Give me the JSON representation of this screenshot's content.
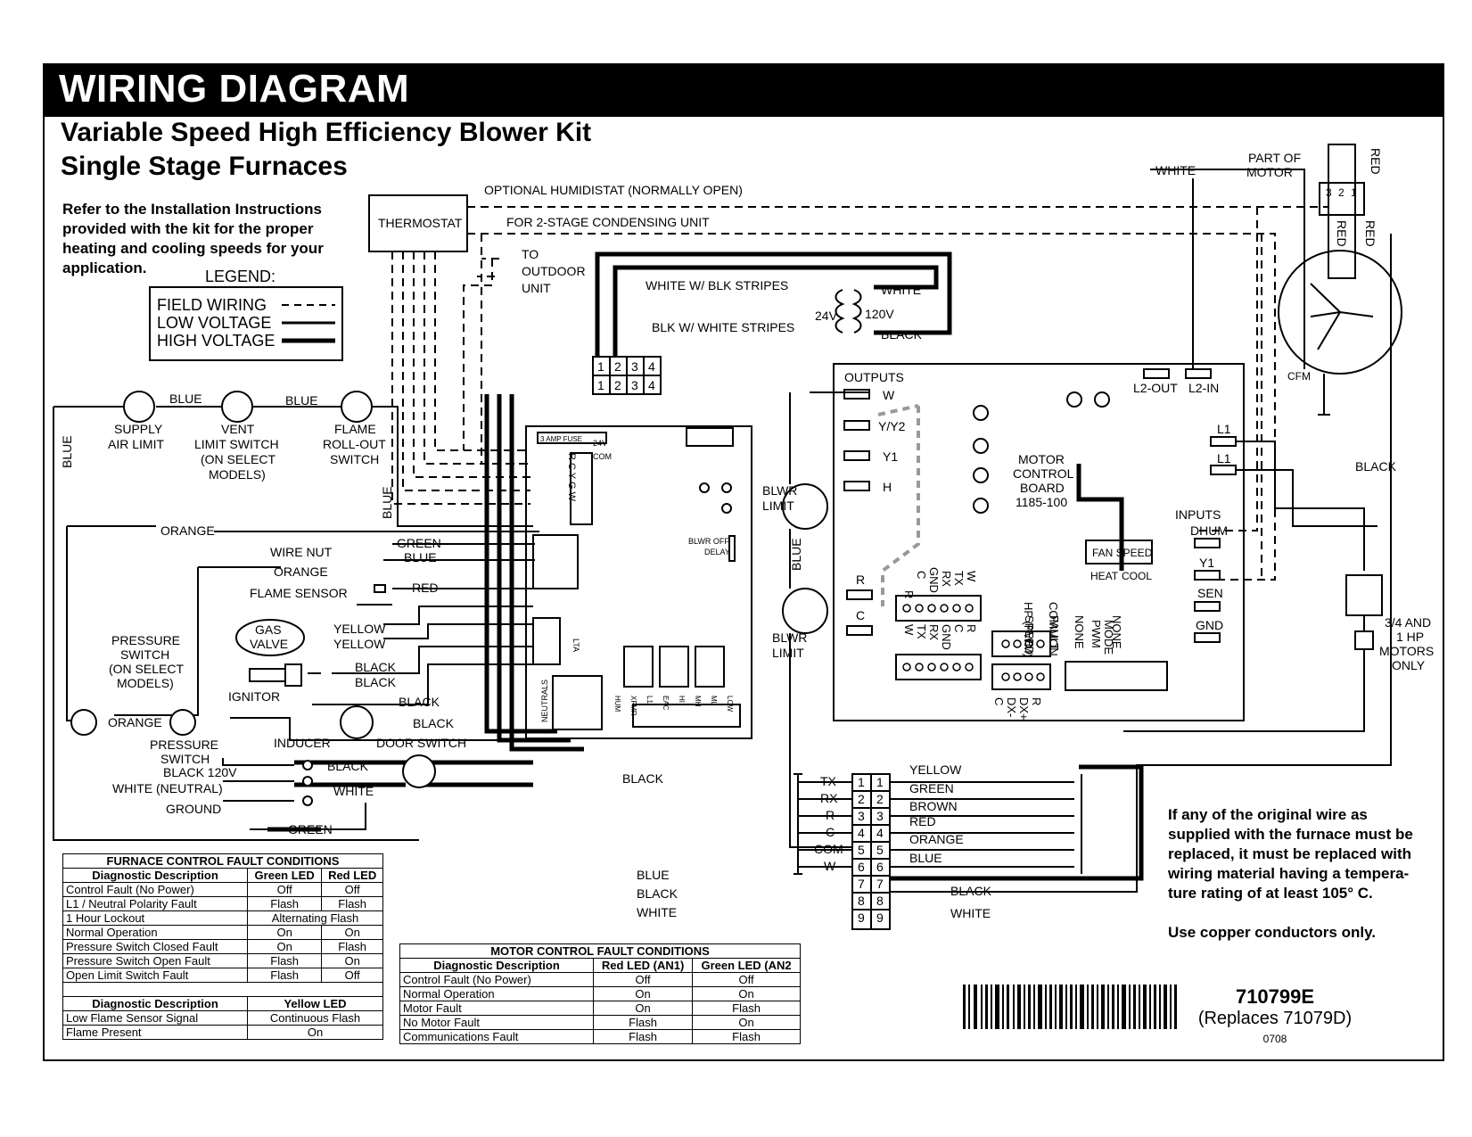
{
  "header": {
    "title": "WIRING DIAGRAM"
  },
  "subtitle": {
    "line1": "Variable Speed High Efficiency Blower Kit",
    "line2": "Single Stage Furnaces"
  },
  "instructions": {
    "line1": "Refer to the Installation Instructions",
    "line2": "provided with the kit for the proper",
    "line3": "heating and cooling speeds for your",
    "line4": "application."
  },
  "legend": {
    "title": "LEGEND:",
    "field": "FIELD WIRING",
    "low": "LOW VOLTAGE",
    "high": "HIGH VOLTAGE"
  },
  "top": {
    "thermostat": "THERMOSTAT",
    "humidistat": "OPTIONAL HUMIDISTAT (NORMALLY OPEN)",
    "two_stage": "FOR 2-STAGE CONDENSING UNIT",
    "outdoor1": "TO",
    "outdoor2": "OUTDOOR",
    "outdoor3": "UNIT",
    "white_blk": "WHITE W/ BLK STRIPES",
    "blk_white": "BLK W/ WHITE STRIPES",
    "v24": "24V",
    "v120": "120V",
    "white": "WHITE",
    "black": "BLACK",
    "conn_top": [
      "1",
      "2",
      "3",
      "4"
    ],
    "conn_bottom": [
      "1",
      "2",
      "3",
      "4"
    ]
  },
  "switches": {
    "blue1": "BLUE",
    "blue2": "BLUE",
    "blue_left": "BLUE",
    "blue_mid": "BLUE",
    "supply1": "SUPPLY",
    "supply2": "AIR LIMIT",
    "vent1": "VENT",
    "vent2": "LIMIT SWITCH",
    "vent3": "(ON SELECT",
    "vent4": "MODELS)",
    "flame1": "FLAME",
    "flame2": "ROLL-OUT",
    "flame3": "SWITCH"
  },
  "left": {
    "orange1": "ORANGE",
    "wire_nut": "WIRE NUT",
    "green": "GREEN",
    "blue": "BLUE",
    "orange2": "ORANGE",
    "flame_sensor": "FLAME SENSOR",
    "red": "RED",
    "gas1": "GAS",
    "gas2": "VALVE",
    "yellow1": "YELLOW",
    "yellow2": "YELLOW",
    "pressure1": "PRESSURE",
    "pressure2": "SWITCH",
    "pressure3": "(ON SELECT",
    "pressure4": "MODELS)",
    "black1": "BLACK",
    "black2": "BLACK",
    "ignitor": "IGNITOR",
    "black3": "BLACK",
    "black4": "BLACK",
    "orange3": "ORANGE",
    "psw1": "PRESSURE",
    "psw2": "SWITCH",
    "inducer": "INDUCER",
    "door": "DOOR SWITCH",
    "black120": "BLACK 120V",
    "white_neutral": "WHITE (NEUTRAL)",
    "ground": "GROUND",
    "black5": "BLACK",
    "white": "WHITE",
    "green2": "GREEN"
  },
  "board": {
    "fuse": "3 AMP FUSE",
    "v24": "24V",
    "com": "COM",
    "rcygw": "R C Y G W",
    "blwr_off1": "BLWR OFF",
    "blwr_off2": "DELAY",
    "lta": "LTA",
    "neutrals": "NEUTRALS",
    "terms": [
      "HUM",
      "XFMR",
      "L1",
      "EAC",
      "HI",
      "MH",
      "ML",
      "LOW"
    ]
  },
  "motor_board": {
    "outputs": "OUTPUTS",
    "w": "W",
    "yy2": "Y/Y2",
    "y1": "Y1",
    "h": "H",
    "title1": "MOTOR",
    "title2": "CONTROL",
    "title3": "BOARD",
    "model": "1185-100",
    "r": "R",
    "c": "C",
    "pins_top": [
      "R",
      "C",
      "GND",
      "RX",
      "TX",
      "W"
    ],
    "pins_bottom": [
      "W",
      "TX",
      "RX",
      "GND",
      "C",
      "R"
    ],
    "l2out": "L2-OUT",
    "l2in": "L2-IN",
    "l1a": "L1",
    "l1b": "L1",
    "inputs": "INPUTS",
    "dhum": "DHUM",
    "y1in": "Y1",
    "sen": "SEN",
    "gnd": "GND",
    "fan_speed": "FAN SPEED",
    "heat": "HEAT",
    "cool": "COOL",
    "sel_labels": [
      "SPEED",
      "HP (PWM)",
      "FAULT",
      "COMMON",
      "NONE",
      "PWM",
      "MODE",
      "NONE"
    ],
    "rdx": "R",
    "dxp": "DX+",
    "dxm": "DX-",
    "cc": "C"
  },
  "blower": {
    "blwr1": "BLWR",
    "limit1": "LIMIT",
    "blue": "BLUE",
    "blwr2": "BLWR",
    "limit2": "LIMIT"
  },
  "motor": {
    "white": "WHITE",
    "part_of1": "PART OF",
    "part_of2": "MOTOR",
    "red1": "RED",
    "red2": "RED",
    "red3": "RED",
    "cfm": "CFM",
    "black": "BLACK",
    "hp1": "3/4 AND",
    "hp2": "1 HP",
    "hp3": "MOTORS",
    "hp4": "ONLY",
    "plug": [
      "3",
      "2",
      "1"
    ]
  },
  "terminal": {
    "left_labels": [
      "TX",
      "RX",
      "R",
      "C",
      "COM",
      "W"
    ],
    "nums": [
      "1",
      "2",
      "3",
      "4",
      "5",
      "6",
      "7",
      "8",
      "9"
    ],
    "right_labels": [
      "YELLOW",
      "GREEN",
      "BROWN",
      "RED",
      "ORANGE",
      "BLUE"
    ],
    "black_a": "BLACK",
    "blue": "BLUE",
    "black_b": "BLACK",
    "white_a": "WHITE",
    "black_c": "BLACK",
    "white_b": "WHITE"
  },
  "warning": {
    "line1": "If any of the original wire as",
    "line2": "supplied with the furnace must be",
    "line3": "replaced, it must be replaced with",
    "line4": "wiring material having a tempera-",
    "line5": "ture rating of at least 105° C.",
    "copper": "Use copper conductors only."
  },
  "part": {
    "number": "710799E",
    "replaces": "(Replaces 71079D)",
    "date": "0708"
  },
  "furnace_table": {
    "title": "FURNACE CONTROL FAULT CONDITIONS",
    "headers": [
      "Diagnostic Description",
      "Green LED",
      "Red LED"
    ],
    "rows": [
      [
        "Control Fault (No Power)",
        "Off",
        "Off"
      ],
      [
        "L1 / Neutral Polarity Fault",
        "Flash",
        "Flash"
      ],
      [
        "1 Hour Lockout",
        "Alternating Flash"
      ],
      [
        "Normal Operation",
        "On",
        "On"
      ],
      [
        "Pressure Switch Closed Fault",
        "On",
        "Flash"
      ],
      [
        "Pressure Switch Open Fault",
        "Flash",
        "On"
      ],
      [
        "Open Limit Switch Fault",
        "Flash",
        "Off"
      ]
    ],
    "headers2": [
      "Diagnostic Description",
      "Yellow LED"
    ],
    "rows2": [
      [
        "Low Flame Sensor Signal",
        "Continuous Flash"
      ],
      [
        "Flame Present",
        "On"
      ]
    ]
  },
  "motor_table": {
    "title": "MOTOR CONTROL FAULT CONDITIONS",
    "headers": [
      "Diagnostic Description",
      "Red LED (AN1)",
      "Green LED (AN2"
    ],
    "rows": [
      [
        "Control Fault (No Power)",
        "Off",
        "Off"
      ],
      [
        "Normal Operation",
        "On",
        "On"
      ],
      [
        "Motor Fault",
        "On",
        "Flash"
      ],
      [
        "No Motor Fault",
        "Flash",
        "On"
      ],
      [
        "Communications Fault",
        "Flash",
        "Flash"
      ]
    ]
  }
}
